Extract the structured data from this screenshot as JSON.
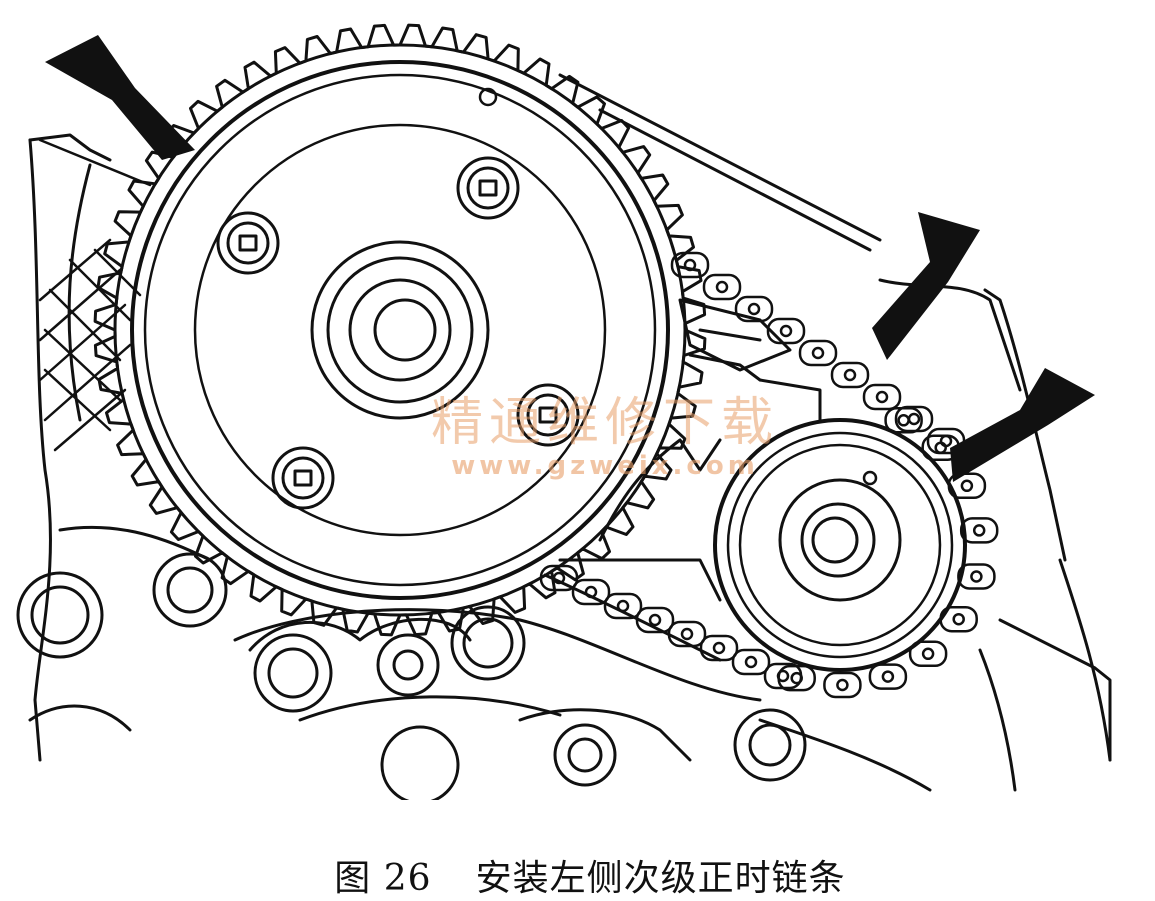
{
  "caption": {
    "figure_number": "图 26",
    "title": "安装左侧次级正时链条"
  },
  "watermark": {
    "chinese": "精通维修下载",
    "url": "www.gzweix.com",
    "color": "#e8a06a"
  },
  "colors": {
    "ink": "#111111",
    "background": "#ffffff"
  }
}
